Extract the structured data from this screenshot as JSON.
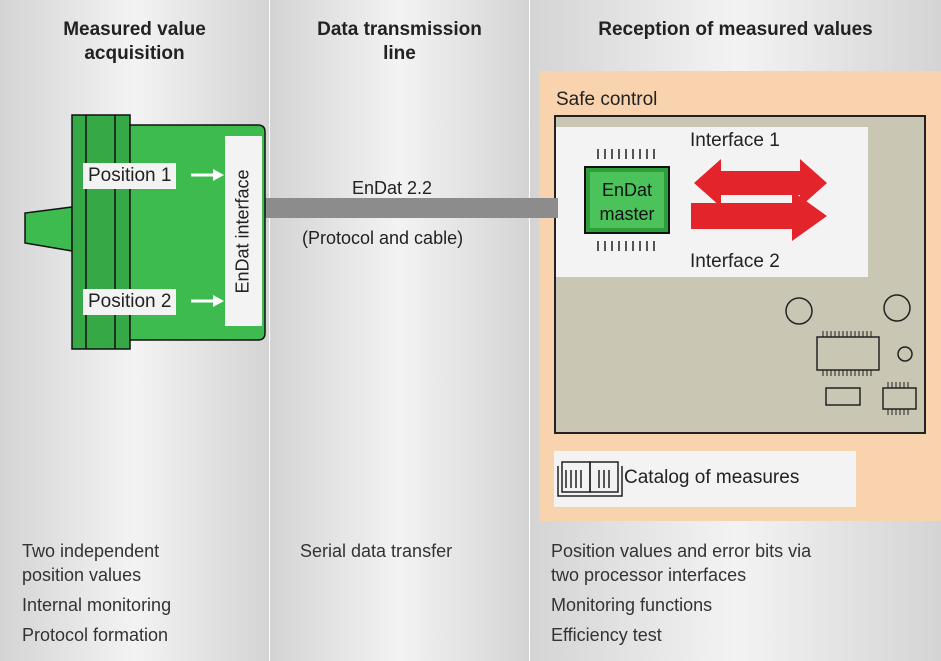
{
  "columns": {
    "acquisition": {
      "header_line1": "Measured value",
      "header_line2": "acquisition",
      "items": [
        "Two independent",
        "position values",
        "Internal monitoring",
        "Protocol formation"
      ]
    },
    "transmission": {
      "header_line1": "Data transmission",
      "header_line2": "line",
      "items": [
        "Serial data transfer"
      ]
    },
    "reception": {
      "header_line1": "Reception of measured values",
      "items": [
        "Position values and error bits via",
        "two processor interfaces",
        "Monitoring functions",
        "Efficiency test"
      ]
    }
  },
  "encoder": {
    "position1": "Position 1",
    "position2": "Position 2",
    "interface_label": "EnDat interface"
  },
  "cable": {
    "protocol": "EnDat 2.2",
    "description": "(Protocol and cable)"
  },
  "control": {
    "title": "Safe control",
    "master_line1": "EnDat",
    "master_line2": "master",
    "interface1": "Interface 1",
    "interface2": "Interface 2",
    "catalog": "Catalog of measures"
  },
  "colors": {
    "encoder_green": "#3dbb4e",
    "arrow_red": "#e3242b",
    "safe_control_bg": "#f9d3ad",
    "board_gray": "#c9c6b3"
  }
}
